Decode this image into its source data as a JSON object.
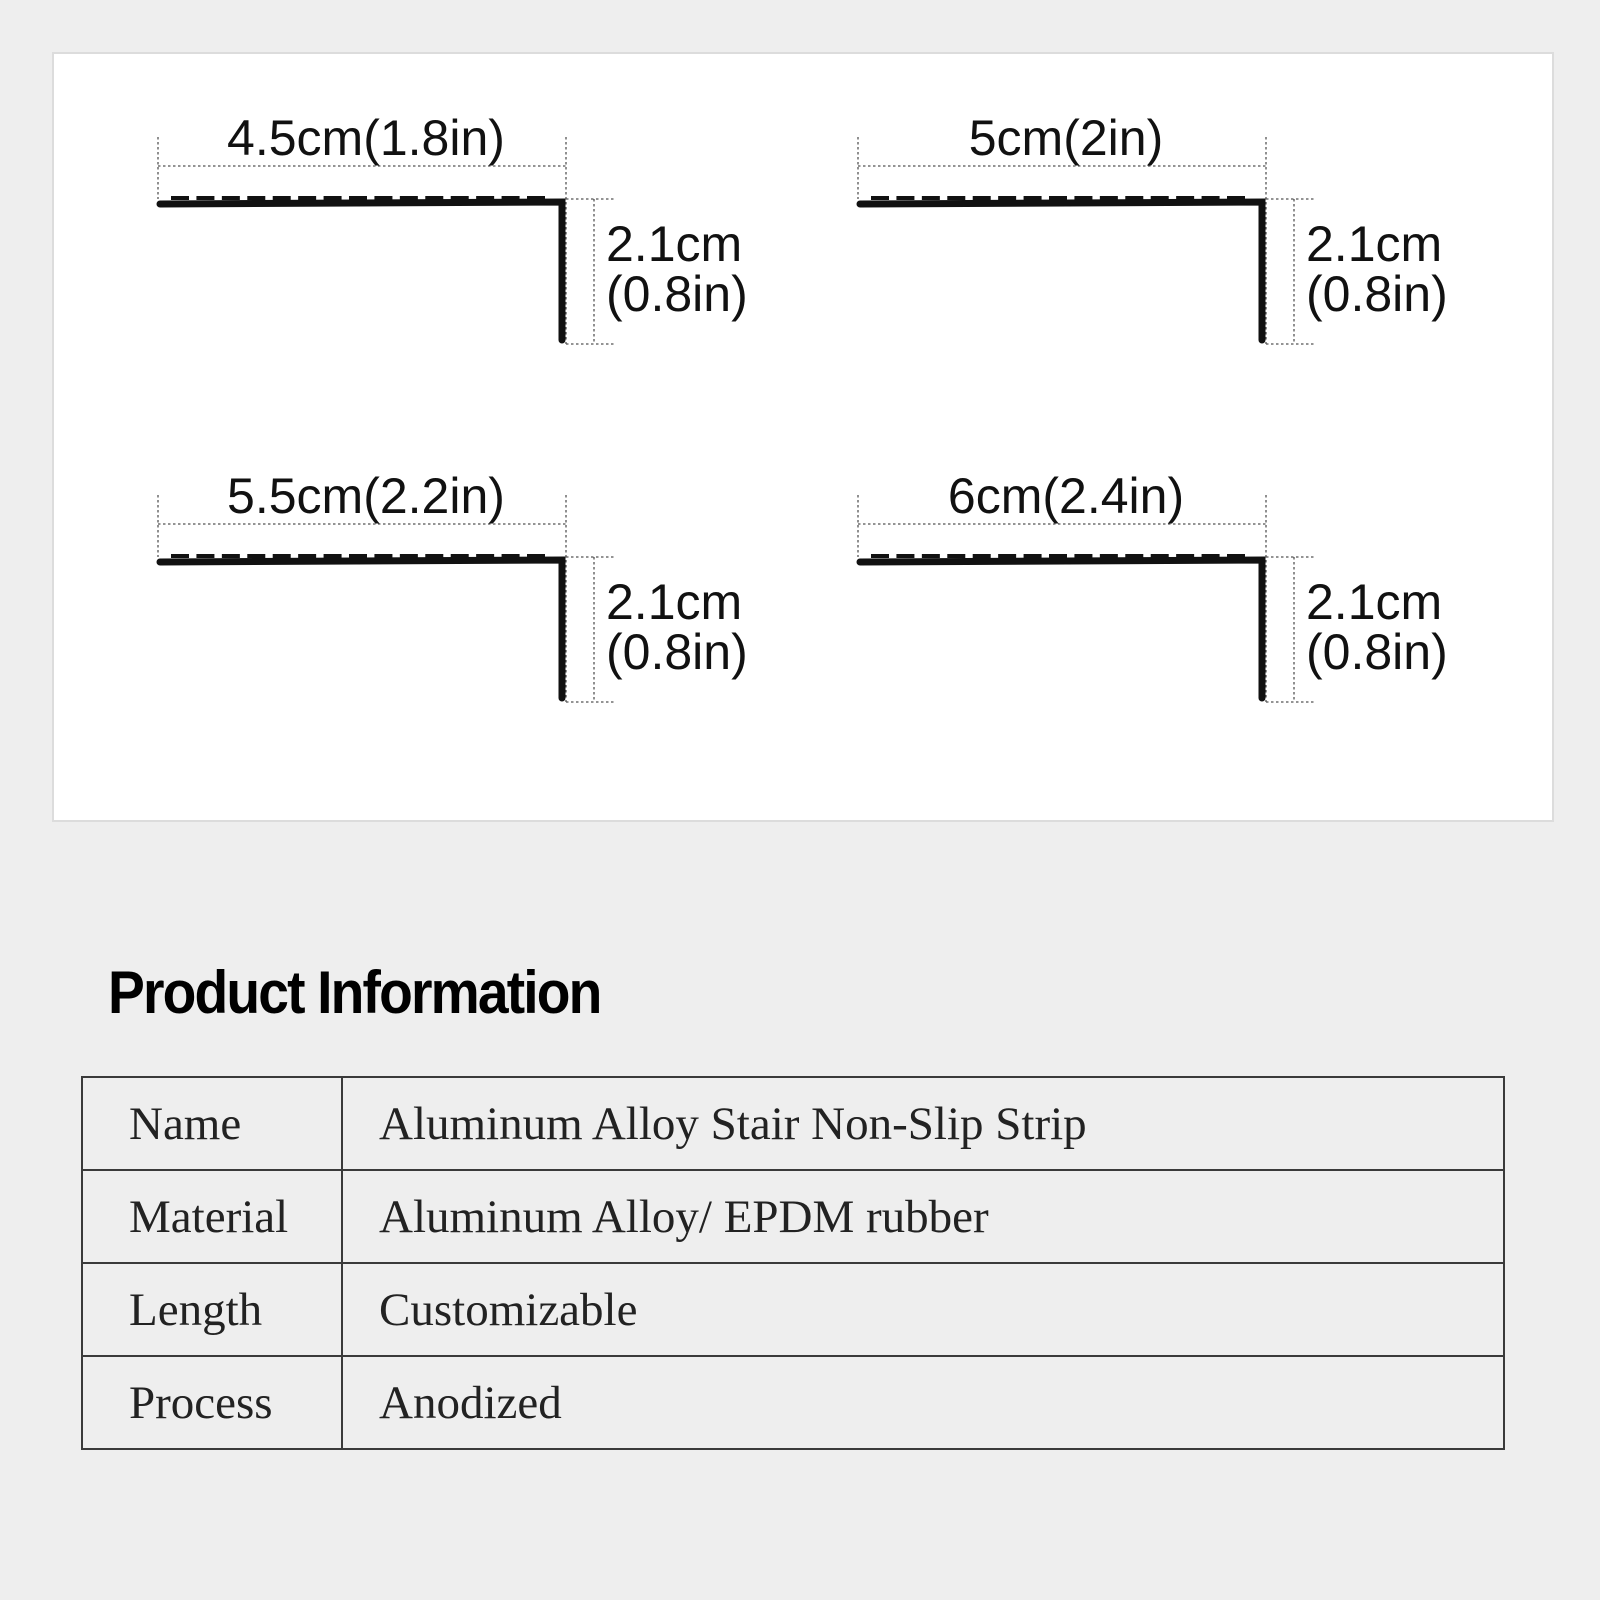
{
  "diagrams": [
    {
      "width_label": "4.5cm(1.8in)",
      "height_cm": "2.1cm",
      "height_in": "(0.8in)"
    },
    {
      "width_label": "5cm(2in)",
      "height_cm": "2.1cm",
      "height_in": "(0.8in)"
    },
    {
      "width_label": "5.5cm(2.2in)",
      "height_cm": "2.1cm",
      "height_in": "(0.8in)"
    },
    {
      "width_label": "6cm(2.4in)",
      "height_cm": "2.1cm",
      "height_in": "(0.8in)"
    }
  ],
  "product_info": {
    "title": "Product Information",
    "rows": [
      {
        "key": "Name",
        "value": "Aluminum Alloy Stair Non-Slip Strip"
      },
      {
        "key": "Material",
        "value": "Aluminum Alloy/ EPDM rubber"
      },
      {
        "key": "Length",
        "value": "Customizable"
      },
      {
        "key": "Process",
        "value": "Anodized"
      }
    ]
  },
  "colors": {
    "page_background": "#eeeeee",
    "panel_background": "#ffffff",
    "line": "#111111"
  }
}
